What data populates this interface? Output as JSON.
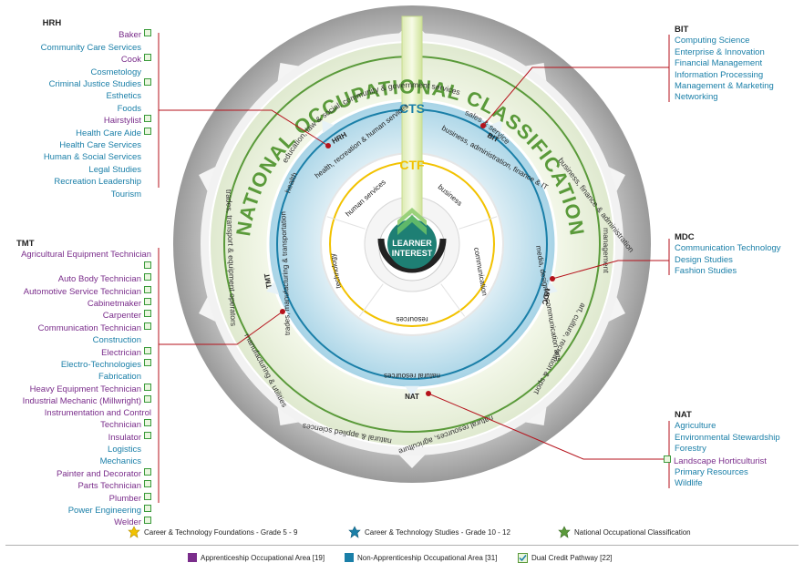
{
  "diagram": {
    "title": "NATIONAL OCCUPATIONAL CLASSIFICATION",
    "center": {
      "line1": "LEARNER",
      "line2": "INTEREST"
    },
    "cts_label": "CTS",
    "ctf_label": "CTF",
    "noc_sectors": {
      "health": "health",
      "education": "education, law & social, community & government services",
      "sales": "sales & service",
      "business": "business, finance & administration",
      "management": "management",
      "art": "art, culture, recreation & sport",
      "natural_resources": "natural resources, agriculture",
      "natural_sciences": "natural & applied sciences",
      "manufacturing": "manufacturing & utilities",
      "trades": "trades, transport & equipment operators"
    },
    "cts_clusters": {
      "hrh": {
        "code": "HRH",
        "name": "health, recreation & human services"
      },
      "bit": {
        "code": "BIT",
        "name": "business, administration, finance & IT"
      },
      "mdc": {
        "code": "MDC",
        "name": "media, design & communication arts"
      },
      "nat": {
        "code": "NAT",
        "name": "natural resources"
      },
      "tmt": {
        "code": "TMT",
        "name": "trades, manufacturing & transportation"
      }
    },
    "ctf_areas": {
      "human_services": "human services",
      "business": "business",
      "communication": "communication",
      "resources": "resources",
      "technology": "technology"
    }
  },
  "clusters": {
    "hrh": {
      "title": "HRH",
      "items": [
        {
          "label": "Baker",
          "type": "apprenticeship",
          "dual": true
        },
        {
          "label": "Community Care Services",
          "type": "non",
          "dual": false
        },
        {
          "label": "Cook",
          "type": "apprenticeship",
          "dual": true
        },
        {
          "label": "Cosmetology",
          "type": "non",
          "dual": false
        },
        {
          "label": "Criminal Justice Studies",
          "type": "non",
          "dual": true
        },
        {
          "label": "Esthetics",
          "type": "non",
          "dual": false
        },
        {
          "label": "Foods",
          "type": "non",
          "dual": false
        },
        {
          "label": "Hairstylist",
          "type": "apprenticeship",
          "dual": true
        },
        {
          "label": "Health Care Aide",
          "type": "non",
          "dual": true
        },
        {
          "label": "Health Care Services",
          "type": "non",
          "dual": false
        },
        {
          "label": "Human & Social Services",
          "type": "non",
          "dual": false
        },
        {
          "label": "Legal Studies",
          "type": "non",
          "dual": false
        },
        {
          "label": "Recreation Leadership",
          "type": "non",
          "dual": false
        },
        {
          "label": "Tourism",
          "type": "non",
          "dual": false
        }
      ]
    },
    "tmt": {
      "title": "TMT",
      "items": [
        {
          "label": "Agricultural Equipment Technician",
          "type": "apprenticeship",
          "dual": true
        },
        {
          "label": "Auto Body Technician",
          "type": "apprenticeship",
          "dual": true
        },
        {
          "label": "Automotive Service Technician",
          "type": "apprenticeship",
          "dual": true
        },
        {
          "label": "Cabinetmaker",
          "type": "apprenticeship",
          "dual": true
        },
        {
          "label": "Carpenter",
          "type": "apprenticeship",
          "dual": true
        },
        {
          "label": "Communication Technician",
          "type": "apprenticeship",
          "dual": true
        },
        {
          "label": "Construction",
          "type": "non",
          "dual": false
        },
        {
          "label": "Electrician",
          "type": "apprenticeship",
          "dual": true
        },
        {
          "label": "Electro-Technologies",
          "type": "non",
          "dual": true
        },
        {
          "label": "Fabrication",
          "type": "non",
          "dual": false
        },
        {
          "label": "Heavy Equipment Technician",
          "type": "apprenticeship",
          "dual": true
        },
        {
          "label": "Industrial Mechanic (Millwright)",
          "type": "apprenticeship",
          "dual": true
        },
        {
          "label": "Instrumentation and Control Technician",
          "type": "apprenticeship",
          "dual": true
        },
        {
          "label": "Insulator",
          "type": "apprenticeship",
          "dual": true
        },
        {
          "label": "Logistics",
          "type": "non",
          "dual": false
        },
        {
          "label": "Mechanics",
          "type": "non",
          "dual": false
        },
        {
          "label": "Painter and Decorator",
          "type": "apprenticeship",
          "dual": true
        },
        {
          "label": "Parts Technician",
          "type": "apprenticeship",
          "dual": true
        },
        {
          "label": "Plumber",
          "type": "apprenticeship",
          "dual": true
        },
        {
          "label": "Power Engineering",
          "type": "non",
          "dual": true
        },
        {
          "label": "Welder",
          "type": "apprenticeship",
          "dual": true
        }
      ]
    },
    "bit": {
      "title": "BIT",
      "items": [
        {
          "label": "Computing Science",
          "type": "non",
          "dual": false
        },
        {
          "label": "Enterprise & Innovation",
          "type": "non",
          "dual": false
        },
        {
          "label": "Financial Management",
          "type": "non",
          "dual": false
        },
        {
          "label": "Information Processing",
          "type": "non",
          "dual": false
        },
        {
          "label": "Management & Marketing",
          "type": "non",
          "dual": false
        },
        {
          "label": "Networking",
          "type": "non",
          "dual": false
        }
      ]
    },
    "mdc": {
      "title": "MDC",
      "items": [
        {
          "label": "Communication Technology",
          "type": "non",
          "dual": false
        },
        {
          "label": "Design Studies",
          "type": "non",
          "dual": false
        },
        {
          "label": "Fashion Studies",
          "type": "non",
          "dual": false
        }
      ]
    },
    "nat": {
      "title": "NAT",
      "items": [
        {
          "label": "Agriculture",
          "type": "non",
          "dual": false
        },
        {
          "label": "Environmental Stewardship",
          "type": "non",
          "dual": false
        },
        {
          "label": "Forestry",
          "type": "non",
          "dual": false
        },
        {
          "label": "Landscape Horticulturist",
          "type": "apprenticeship",
          "dual": true
        },
        {
          "label": "Primary Resources",
          "type": "non",
          "dual": false
        },
        {
          "label": "Wildlife",
          "type": "non",
          "dual": false
        }
      ]
    }
  },
  "legend_top": [
    {
      "label": "Career & Technology Foundations - Grade 5 - 9",
      "color": "#f2c200"
    },
    {
      "label": "Career & Technology Studies - Grade 10 - 12",
      "color": "#1a7fa8"
    },
    {
      "label": "National Occupational Classification",
      "color": "#5a9a3a"
    }
  ],
  "legend_bottom": [
    {
      "label": "Apprenticeship Occupational Area [19]",
      "color": "#7a2d8b",
      "icon": "square"
    },
    {
      "label": "Non-Apprenticeship Occupational Area [31]",
      "color": "#1a7fa8",
      "icon": "square"
    },
    {
      "label": "Dual Credit Pathway [22]",
      "color": "#5a9a3a",
      "icon": "check"
    }
  ],
  "colors": {
    "purple": "#7a2d8b",
    "teal": "#1a7fa8",
    "green": "#5a9a3a",
    "yellow": "#f2c200",
    "red": "#b5121b"
  }
}
